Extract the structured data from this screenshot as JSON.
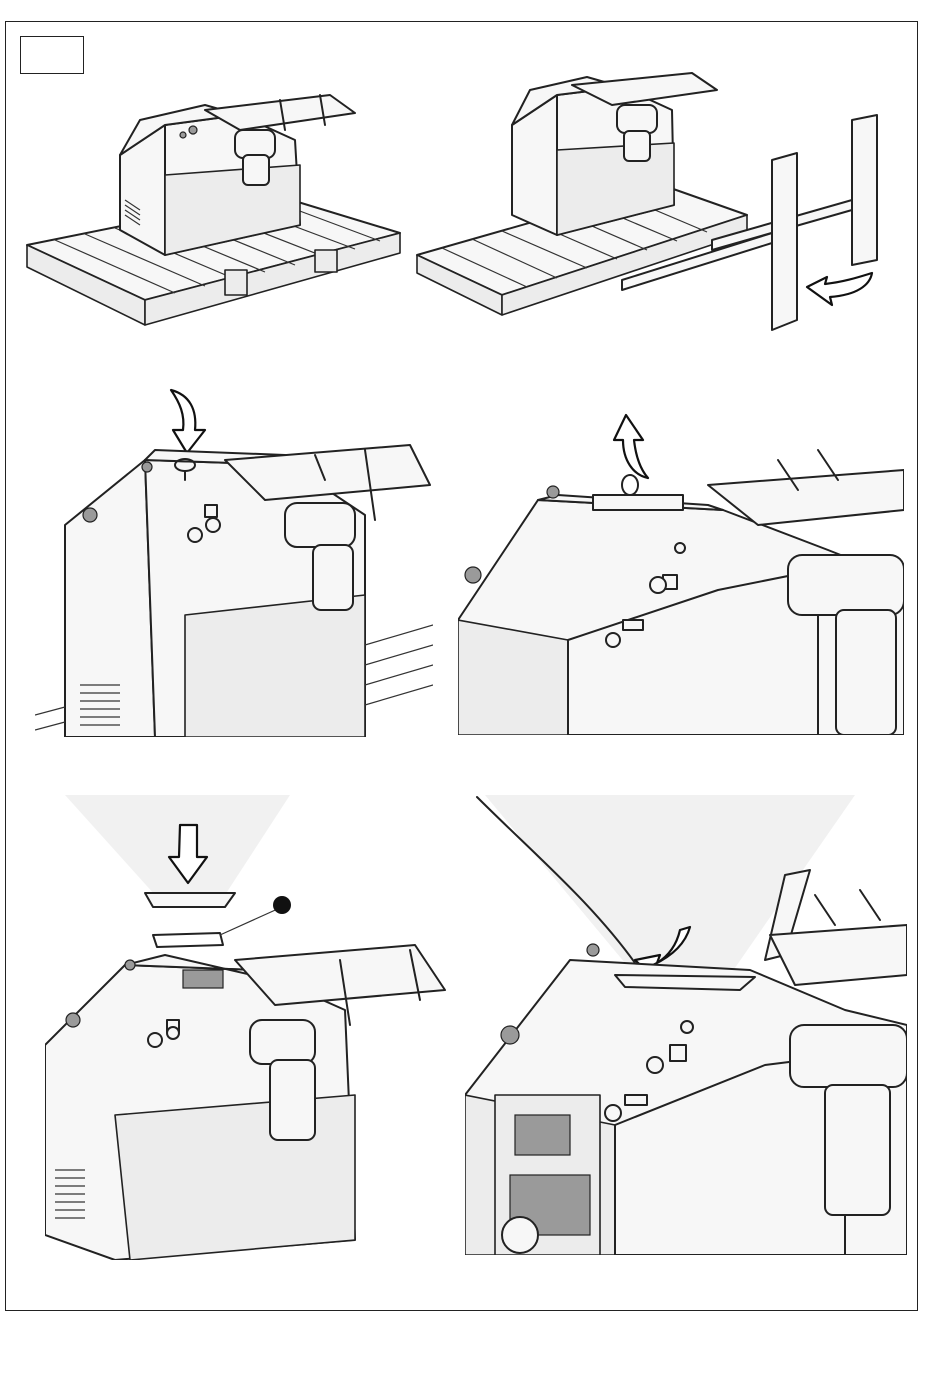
{
  "document": {
    "figure_label": "",
    "steps": [
      {
        "id": "step-1",
        "description_visible": ""
      },
      {
        "id": "step-2",
        "description_visible": ""
      },
      {
        "id": "step-3",
        "description_visible": ""
      },
      {
        "id": "step-4",
        "description_visible": ""
      },
      {
        "id": "step-5",
        "description_visible": ""
      },
      {
        "id": "step-6",
        "description_visible": ""
      }
    ]
  },
  "icons": {
    "arrow_down": "arrow-down-icon",
    "arrow_up": "arrow-up-icon",
    "arrow_curved_left": "arrow-curved-left-icon",
    "callout_dot": "callout-dot-icon"
  }
}
